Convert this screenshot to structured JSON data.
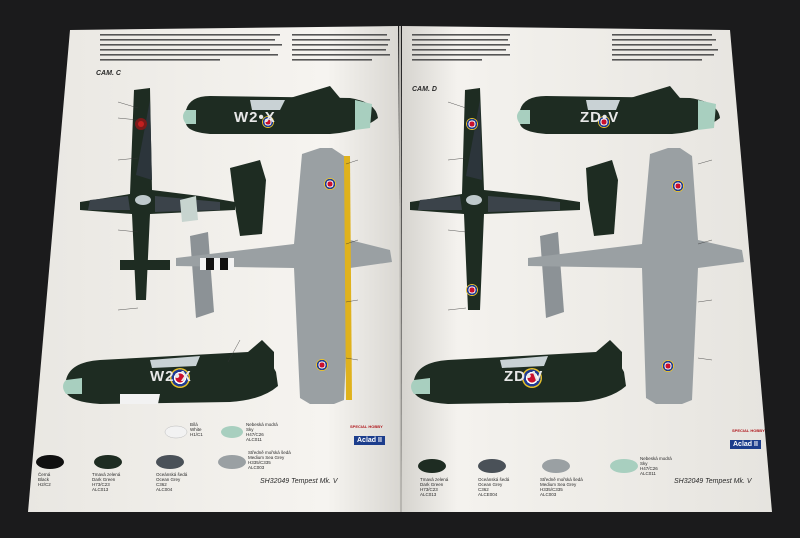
{
  "sheets": {
    "left": {
      "camo_label": "CAM. C",
      "product_title": "SH32049 Tempest Mk. V",
      "aircraft_code": "W2•X",
      "swatches": [
        {
          "name": "Black",
          "line1": "Černá",
          "line2": "Black",
          "line3": "H2/C2",
          "color": "#101010"
        },
        {
          "name": "Dark Green",
          "line1": "Tmavá zelená",
          "line2": "Dark Green",
          "line3": "H73/C23",
          "line4": "ALC013",
          "color": "#1e2c22"
        },
        {
          "name": "Ocean Grey",
          "line1": "Oceánská šedá",
          "line2": "Ocean Grey",
          "line3": "C362",
          "line4": "ALC004",
          "color": "#4a5158"
        },
        {
          "name": "White",
          "line1": "Bílá",
          "line2": "White",
          "line3": "H1/C1",
          "color": "#f2f2f2"
        },
        {
          "name": "Sky",
          "line1": "Nebeská modrá",
          "line2": "Sky",
          "line3": "H47/C26",
          "line4": "ALC011",
          "color": "#a8cfbf"
        },
        {
          "name": "Medium Sea Grey",
          "line1": "Středně mořská šedá",
          "line2": "Medium Sea Grey",
          "line3": "H335/C335",
          "line4": "ALC003",
          "color": "#9aa0a3"
        }
      ]
    },
    "right": {
      "camo_label": "CAM. D",
      "product_title": "SH32049 Tempest Mk. V",
      "aircraft_code": "ZD•V",
      "swatches": [
        {
          "name": "Dark Green",
          "line1": "Tmavá zelená",
          "line2": "Dark Green",
          "line3": "H73/C23",
          "line4": "ALC013",
          "color": "#1e2c22"
        },
        {
          "name": "Ocean Grey",
          "line1": "Oceánská šedá",
          "line2": "Ocean Grey",
          "line3": "C362",
          "line4": "ALCE004",
          "color": "#4a5158"
        },
        {
          "name": "Medium Sea Grey",
          "line1": "Středně mořská šedá",
          "line2": "Medium Sea Grey",
          "line3": "H335/C335",
          "line4": "ALC003",
          "color": "#9aa0a3"
        },
        {
          "name": "Sky",
          "line1": "Nebeská modrá",
          "line2": "Sky",
          "line3": "H47/C26",
          "line4": "ALC011",
          "color": "#a8cfbf"
        }
      ]
    }
  },
  "brand": {
    "text": "SPECIAL HOBBY",
    "logo": "Aclad II"
  },
  "colors": {
    "background": "#1b1b1c",
    "paper": "#f4f2ee",
    "dark_green": "#1e2c22",
    "ocean_grey": "#4a5158",
    "sea_grey": "#9aa0a3",
    "sky": "#a8cfbf",
    "yellow": "#e0b21c"
  }
}
